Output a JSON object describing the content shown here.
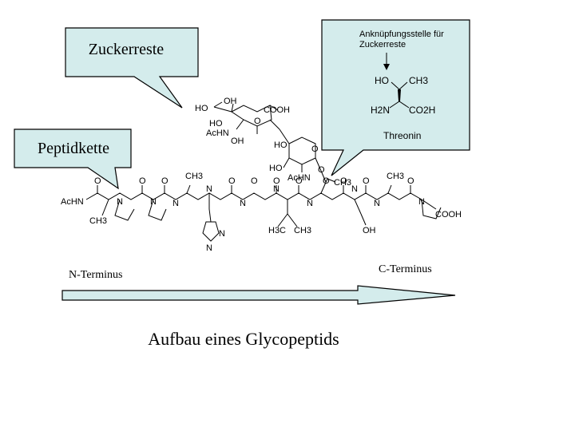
{
  "callouts": {
    "sugar": "Zuckerreste",
    "peptide": "Peptidkette",
    "attachment_line1": "Anknüpfungsstelle für",
    "attachment_line2": "Zuckerreste",
    "threonine": "Threonin"
  },
  "threonine_atoms": {
    "ho": "HO",
    "ch3": "CH3",
    "h2n": "H2N",
    "co2h": "CO2H"
  },
  "molecule_labels": {
    "achn_left": "AcHN",
    "ch3_ala1": "CH3",
    "ch3_ala2": "CH3",
    "ch3_thr": "CH3",
    "ch3_ala3": "CH3",
    "h3c_val": "H3C",
    "ch3_val": "CH3",
    "oh_ser": "OH",
    "cooh_end": "COOH",
    "n_pro1": "N",
    "n_pro2": "N",
    "n_pro3": "N",
    "n_pro4": "N",
    "nh_1": "N",
    "nh_2": "N",
    "nh_3": "N",
    "nh_4": "N",
    "nh_5": "N",
    "nh_6": "N",
    "nh_7": "N",
    "his_n": "N",
    "his_nh": "N",
    "o_1": "O",
    "o_2": "O",
    "o_3": "O",
    "o_4": "O",
    "o_5": "O",
    "o_6": "O",
    "o_7": "O",
    "o_8": "O",
    "o_9": "O",
    "o_10": "O",
    "o_thr": "O",
    "sia_oh_top": "OH",
    "sia_ho": "HO",
    "sia_ho2": "HO",
    "sia_achn": "AcHN",
    "sia_oh_bottom": "OH",
    "sia_cooh": "COOH",
    "sia_o": "O",
    "gal_ho": "HO",
    "gal_ho2": "HO",
    "gal_achn": "AcHN",
    "gal_o": "O",
    "gal_o2": "O"
  },
  "arrow": {
    "left_label": "N-Terminus",
    "right_label": "C-Terminus"
  },
  "caption": "Aufbau eines Glycopeptids",
  "colors": {
    "callout_fill": "#d4ecec",
    "arrow_fill": "#d4ecec",
    "stroke": "#000000"
  }
}
